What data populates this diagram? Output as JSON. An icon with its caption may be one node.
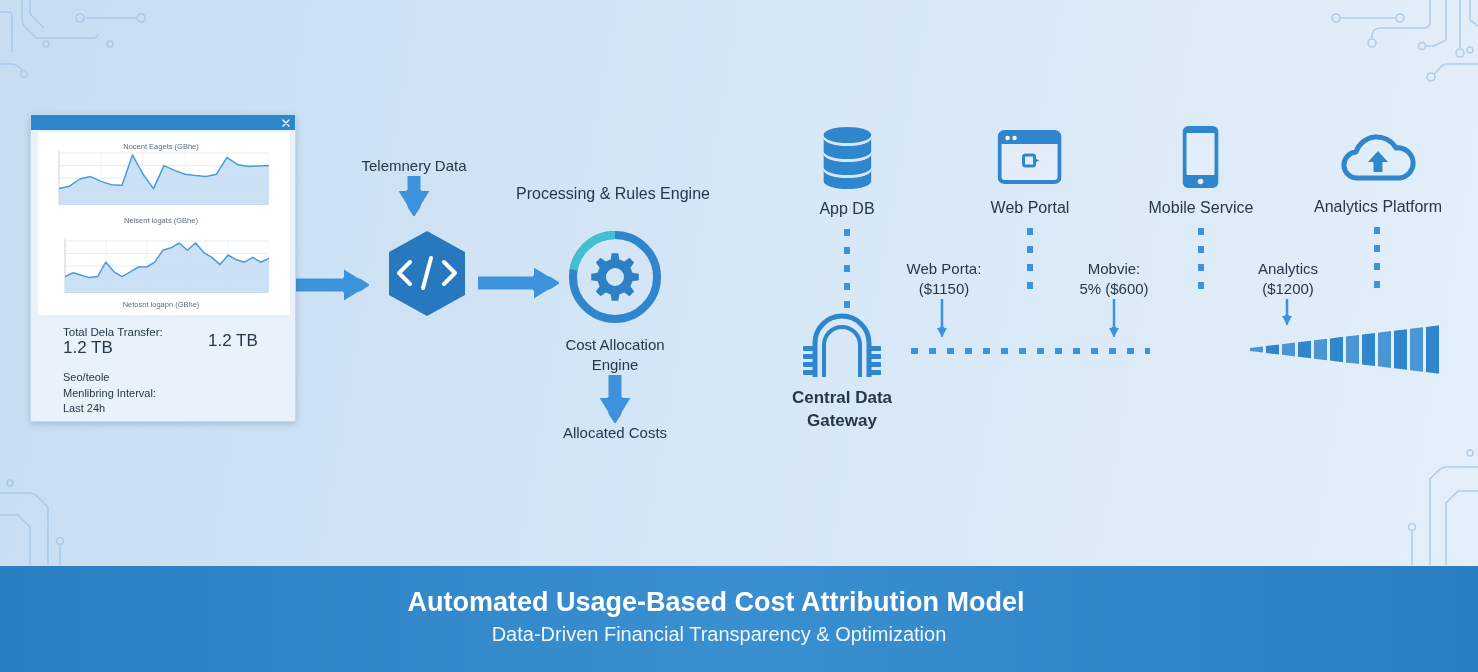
{
  "diagram": {
    "title": "Automated Usage-Based Cost Attribution Model",
    "caption": "Data-Driven Financial Transparency & Optimization",
    "nodes": [
      {
        "text": [
          "Nocent Eagets (GBhe)",
          "Nelsent logats (GBhe)",
          "Netosnt logapn (GBhe)",
          "Total Dela Transfer:",
          "1.2 TB",
          "1.2 TB",
          "Seo/teole",
          "Menlibring Interval: Last 24h"
        ]
      },
      {
        "text": [
          "Telemnery Data"
        ]
      },
      {
        "text": [],
        "shape": "hexagon"
      },
      {
        "text": [
          "Cost Allocation Engine"
        ]
      },
      {
        "text": [
          "Allocated Costs"
        ]
      },
      {
        "text": [
          "App DB"
        ]
      },
      {
        "text": [
          "Web Portal"
        ]
      },
      {
        "text": [
          "Mobile Service"
        ]
      },
      {
        "text": [
          "Analytics Platform"
        ]
      },
      {
        "text": [
          "Central Data Gateway"
        ]
      },
      {
        "text": [
          "Web Porta: ($1150)"
        ]
      },
      {
        "text": [
          "Mobvie: 5% ($600)"
        ]
      },
      {
        "text": [
          "Analytics ($1200)"
        ]
      },
      {
        "text": [],
        "shape": "cone"
      }
    ],
    "edges": [
      {
        "from": 0,
        "to": 2,
        "arrow": "to",
        "style": "thick"
      },
      {
        "from": 1,
        "to": 2,
        "arrow": "to",
        "style": "thick"
      },
      {
        "from": 2,
        "to": 3,
        "arrow": "to",
        "style": "thick"
      },
      {
        "from": 3,
        "to": 4,
        "arrow": "to",
        "style": "thick"
      },
      {
        "from": 5,
        "to": 9,
        "arrow": "none",
        "style": "dashed"
      },
      {
        "from": 6,
        "to": null,
        "arrow": "none",
        "style": "dashed"
      },
      {
        "from": 7,
        "to": null,
        "arrow": "none",
        "style": "dashed"
      },
      {
        "from": 8,
        "to": null,
        "arrow": "none",
        "style": "dashed"
      },
      {
        "from": 9,
        "to": null,
        "arrow": "none",
        "style": "dashed"
      },
      {
        "from": 10,
        "to": null,
        "arrow": "to"
      },
      {
        "from": 11,
        "to": null,
        "arrow": "to"
      },
      {
        "from": 12,
        "to": 13,
        "arrow": "to"
      }
    ],
    "labels": [
      "Processing & Rules Engine"
    ]
  }
}
